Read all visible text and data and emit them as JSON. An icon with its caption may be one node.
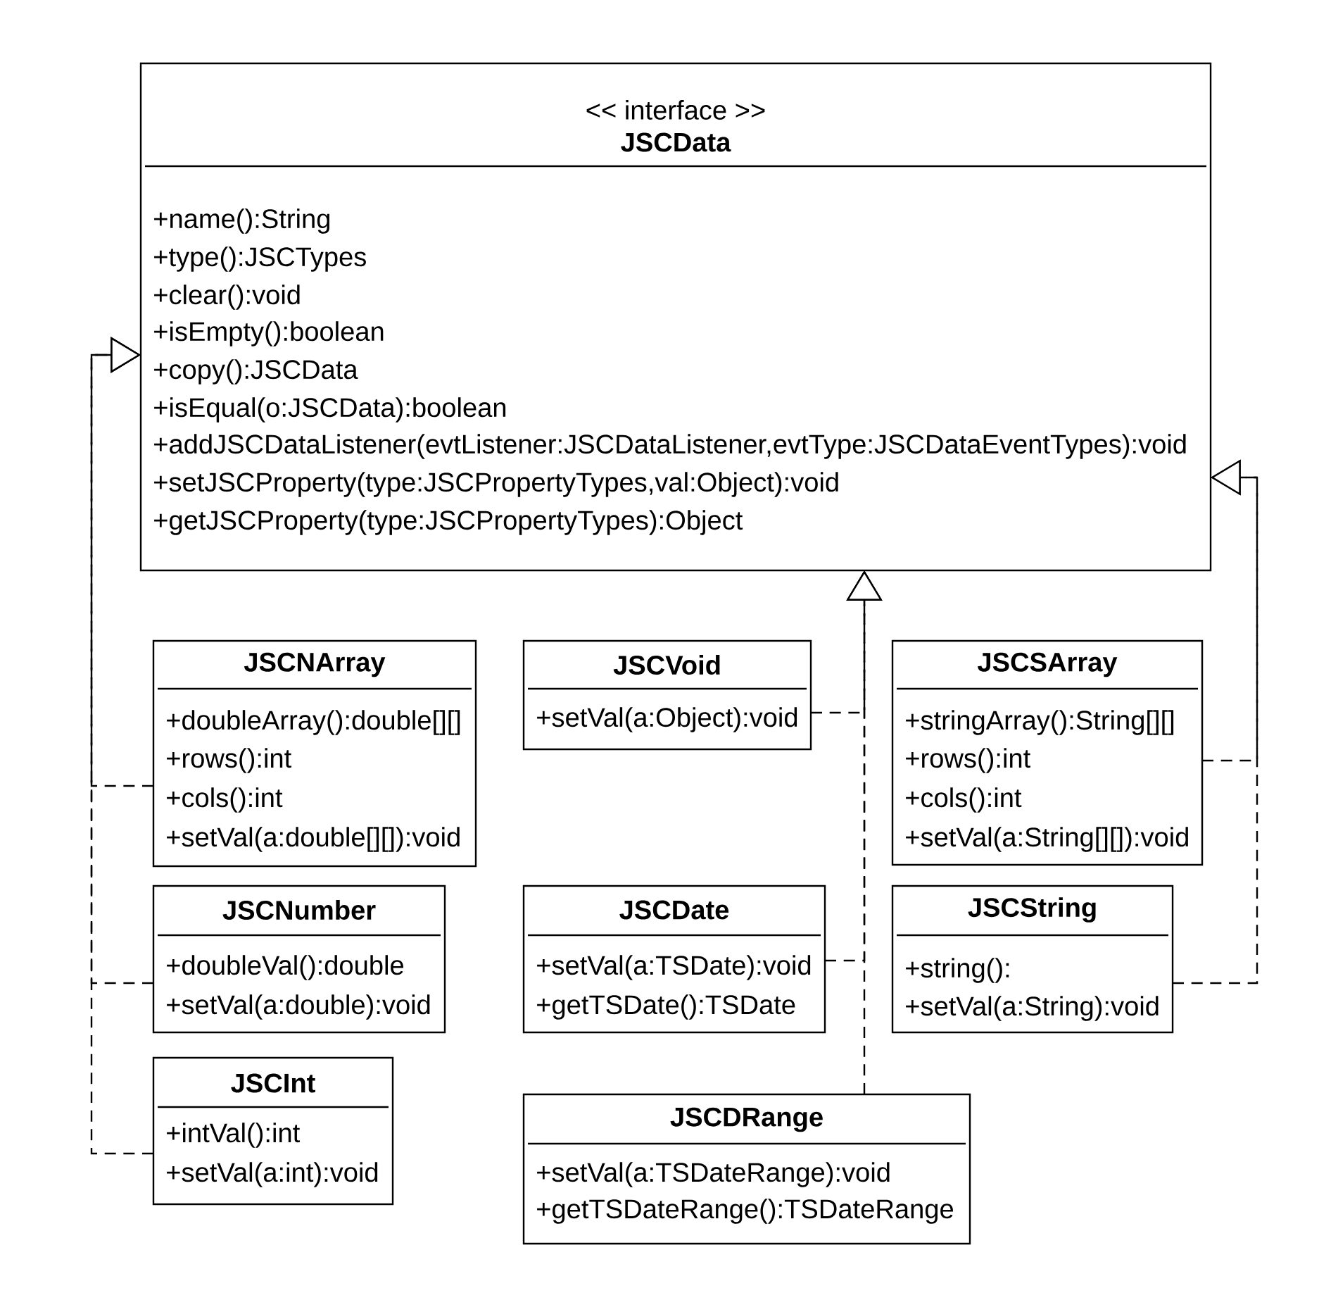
{
  "diagram": {
    "nodes": [
      {
        "text": [
          "<< interface >>",
          "JSCData",
          "+name():String",
          "+type():JSCTypes",
          "+clear():void",
          "+isEmpty():boolean",
          "+copy():JSCData",
          "+isEqual(o:JSCData):boolean",
          "+addJSCDataListener(evtListener:JSCDataListener,evtType:JSCDataEventTypes):void",
          "+setJSCProperty(type:JSCPropertyTypes,val:Object):void",
          "+getJSCProperty(type:JSCPropertyTypes):Object"
        ]
      },
      {
        "text": [
          "JSCNArray",
          "+doubleArray():double[][]",
          "+rows():int",
          "+cols():int",
          "+setVal(a:double[][]):void"
        ]
      },
      {
        "text": [
          "JSCVoid",
          "+setVal(a:Object):void"
        ]
      },
      {
        "text": [
          "JSCSArray",
          "+stringArray():String[][]",
          "+rows():int",
          "+cols():int",
          "+setVal(a:String[][]):void"
        ]
      },
      {
        "text": [
          "JSCNumber",
          "+doubleVal():double",
          "+setVal(a:double):void"
        ]
      },
      {
        "text": [
          "JSCDate",
          "+setVal(a:TSDate):void",
          "+getTSDate():TSDate"
        ]
      },
      {
        "text": [
          "JSCString",
          "+string():",
          "+setVal(a:String):void"
        ]
      },
      {
        "text": [
          "JSCInt",
          "+intVal():int",
          "+setVal(a:int):void"
        ]
      },
      {
        "text": [
          "JSCDRange",
          "+setVal(a:TSDateRange):void",
          "+getTSDateRange():TSDateRange"
        ]
      }
    ],
    "edges": [
      {
        "from": 1,
        "to": 0,
        "arrow": "to",
        "style": "dashed"
      },
      {
        "from": 4,
        "to": 0,
        "arrow": "to",
        "style": "dashed"
      },
      {
        "from": 7,
        "to": 0,
        "arrow": "to",
        "style": "dashed"
      },
      {
        "from": 2,
        "to": 0,
        "arrow": "to",
        "style": "dashed"
      },
      {
        "from": 5,
        "to": 0,
        "arrow": "to",
        "style": "dashed"
      },
      {
        "from": 8,
        "to": 0,
        "arrow": "to",
        "style": "dashed"
      },
      {
        "from": 3,
        "to": 0,
        "arrow": "to",
        "style": "dashed"
      },
      {
        "from": 6,
        "to": 0,
        "arrow": "to",
        "style": "dashed"
      }
    ]
  }
}
